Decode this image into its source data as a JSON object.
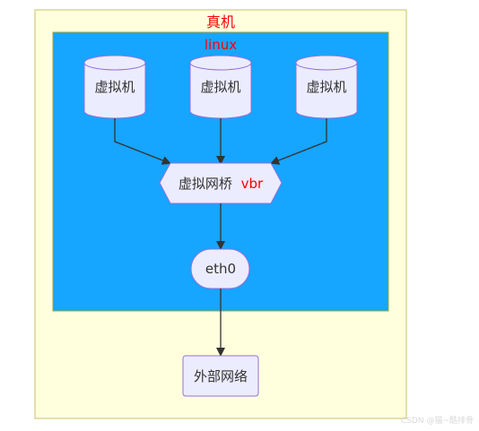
{
  "outer_cluster": {
    "title": "真机",
    "title_color": "#ff0000",
    "fill": "#ffffde",
    "stroke": "#c9c266"
  },
  "inner_cluster": {
    "title": "linux",
    "title_color": "#ff0000",
    "fill": "#16a5ff",
    "stroke": "#a2a240"
  },
  "nodes": {
    "vm1": {
      "label": "虚拟机"
    },
    "vm2": {
      "label": "虚拟机"
    },
    "vm3": {
      "label": "虚拟机"
    },
    "bridge": {
      "label_main": "虚拟网桥",
      "label_accent": "vbr",
      "accent_color": "#ff0000"
    },
    "eth0": {
      "label": "eth0"
    },
    "external": {
      "label": "外部网络"
    }
  },
  "node_style": {
    "fill": "#ececff",
    "stroke": "#9370db",
    "text_color": "#333333"
  },
  "edge_color": "#333333",
  "watermark": "CSDN @猫~酷排骨"
}
